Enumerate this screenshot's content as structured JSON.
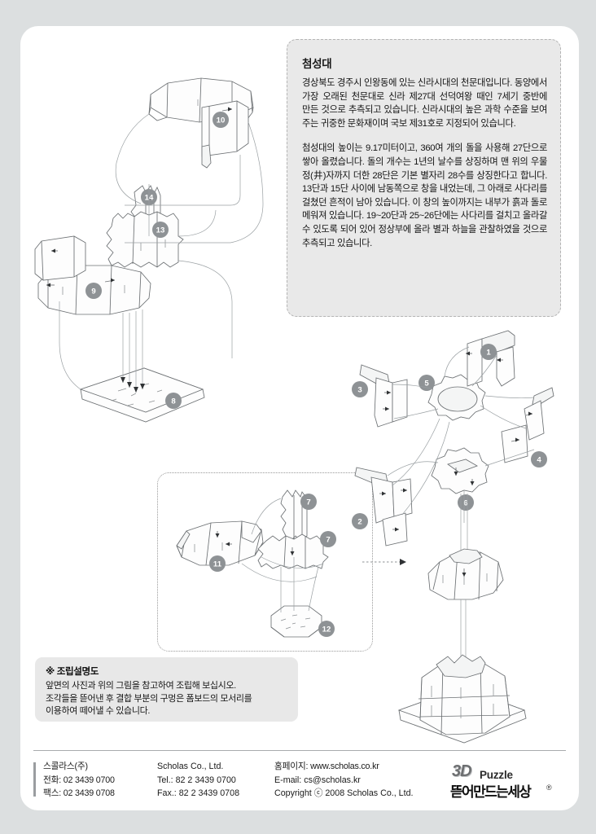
{
  "page": {
    "background_color": "#dcdfe0",
    "sheet_color": "#ffffff"
  },
  "description": {
    "title": "첨성대",
    "paragraphs": [
      "경상북도 경주시 인왕동에 있는 신라시대의 천문대입니다. 동양에서 가장 오래된 천문대로 신라 제27대 선덕여왕 때인 7세기 중반에 만든 것으로 추측되고 있습니다. 신라시대의 높은 과학 수준을 보여 주는 귀중한 문화재이며 국보 제31호로 지정되어 있습니다.",
      "첨성대의 높이는 9.17미터이고, 360여 개의 돌을 사용해 27단으로 쌓아 올렸습니다. 돌의 개수는 1년의 날수를 상징하며 맨 위의 우물 정(井)자까지 더한 28단은 기본 별자리 28수를 상징한다고 합니다. 13단과 15단 사이에 남동쪽으로 창을 내었는데, 그 아래로 사다리를 걸쳤던 흔적이 남아 있습니다. 이 창의 높이까지는 내부가 흙과 돌로 메워져 있습니다. 19~20단과 25~26단에는 사다리를 걸치고 올라갈 수 있도록 되어 있어 정상부에 올라 별과 하늘을 관찰하였을 것으로 추측되고 있습니다."
    ],
    "panel_color": "#e9e9e9"
  },
  "note": {
    "title": "※ 조립설명도",
    "lines": [
      "앞면의 사진과 위의 그림을 참고하여 조립해 보십시오.",
      "조각들을 뜯어낸 후 결합 부분의 구멍은 폼보드의 모서리를",
      "이용하여 떼어낼 수 있습니다."
    ],
    "panel_color": "#e8e8e8"
  },
  "footer": {
    "company_kr": {
      "name": "스콜라스(주)",
      "phone": "전화: 02 3439 0700",
      "fax": "팩스: 02 3439 0708"
    },
    "company_en": {
      "name": "Scholas Co., Ltd.",
      "tel": "Tel.: 82 2 3439 0700",
      "fax": "Fax.: 82 2 3439 0708"
    },
    "contact": {
      "homepage": "홈페이지: www.scholas.co.kr",
      "email": "E-mail: cs@scholas.kr",
      "copyright": "Copyright ⓒ 2008 Scholas Co., Ltd."
    }
  },
  "logo": {
    "three_d": "3D",
    "puzzle": "Puzzle",
    "korean": "뜯어만드는세상",
    "registered": "®"
  },
  "diagrams": {
    "main_assembly": {
      "part_numbers": [
        "10",
        "14",
        "13",
        "9",
        "8"
      ]
    },
    "exploded_top": {
      "part_numbers": [
        "1",
        "2",
        "3",
        "4",
        "5",
        "6"
      ]
    },
    "sub_assembly": {
      "part_numbers": [
        "7",
        "7",
        "11",
        "12"
      ]
    }
  }
}
